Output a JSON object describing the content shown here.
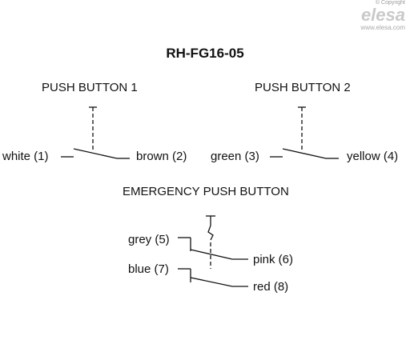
{
  "brand": {
    "copyright": "© Copyright",
    "logo": "elesa",
    "url": "www.elesa.com"
  },
  "title": "RH-FG16-05",
  "push_button_1": {
    "label": "PUSH BUTTON 1",
    "left_terminal": "white (1)",
    "right_terminal": "brown (2)"
  },
  "push_button_2": {
    "label": "PUSH BUTTON 2",
    "left_terminal": "green (3)",
    "right_terminal": "yellow (4)"
  },
  "emergency": {
    "label": "EMERGENCY PUSH BUTTON",
    "terminal_1": "grey (5)",
    "terminal_2": "pink (6)",
    "terminal_3": "blue (7)",
    "terminal_4": "red (8)"
  }
}
